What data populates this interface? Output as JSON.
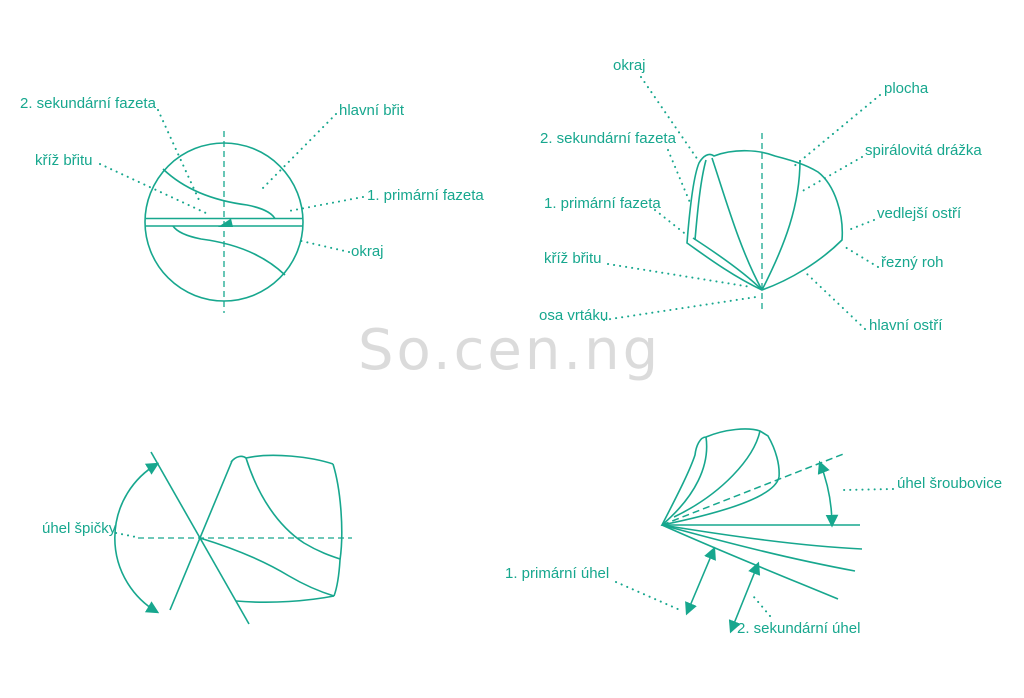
{
  "colors": {
    "line": "#17a78e",
    "text": "#17a78e",
    "watermark": "#d9d9d9"
  },
  "watermark": {
    "text": "So.cen.ng"
  },
  "diagrams": {
    "end_view": {
      "labels": {
        "sekundarni_fazeta": "2. sekundární fazeta",
        "kriz_britu": "kříž břitu",
        "hlavni_brit": "hlavní břit",
        "primarni_fazeta": "1. primární fazeta",
        "okraj": "okraj"
      }
    },
    "tip_view": {
      "labels": {
        "okraj": "okraj",
        "plocha": "plocha",
        "sekundarni_fazeta": "2. sekundární fazeta",
        "spiralovita_drazka": "spirálovitá drážka",
        "primarni_fazeta": "1. primární fazeta",
        "vedlejsi_ostri": "vedlejší ostří",
        "kriz_britu": "kříž břitu",
        "rezny_roh": "řezný roh",
        "osa_vrtaku": "osa vrtáku",
        "hlavni_ostri": "hlavní ostří"
      }
    },
    "point_angle": {
      "labels": {
        "uhel_spicky": "úhel špičky"
      }
    },
    "clearance_angles": {
      "labels": {
        "uhel_sroubovice": "úhel šroubovice",
        "primarni_uhel": "1. primární úhel",
        "sekundarni_uhel": "2. sekundární úhel"
      }
    }
  }
}
